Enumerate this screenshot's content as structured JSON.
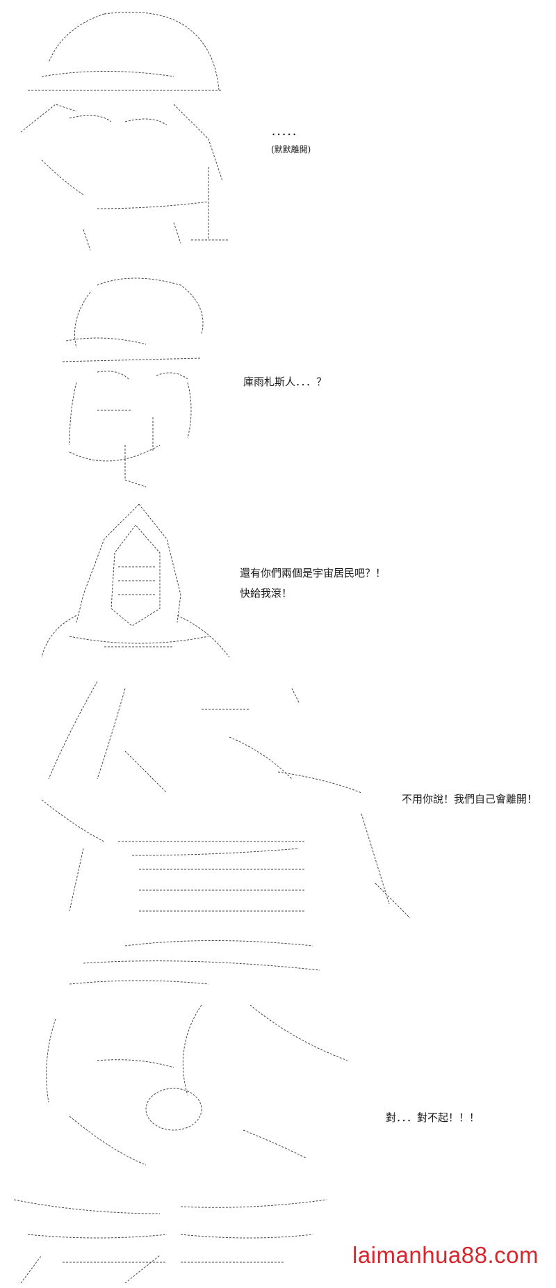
{
  "panels": [
    {
      "lines": [
        "．．．．．"
      ],
      "sub": "(默默離開)"
    },
    {
      "lines": [
        "庫雨札斯人．．．？"
      ]
    },
    {
      "lines": [
        "還有你們兩個是宇宙居民吧？！",
        "快給我滾！"
      ]
    },
    {
      "lines": [
        "不用你說！我們自己會離開！"
      ]
    },
    {
      "lines": [
        "對．．．對不起！！！"
      ]
    }
  ],
  "watermark": "laimanhua88.com",
  "colors": {
    "watermark": "#d9242b",
    "ink": "#444444"
  }
}
